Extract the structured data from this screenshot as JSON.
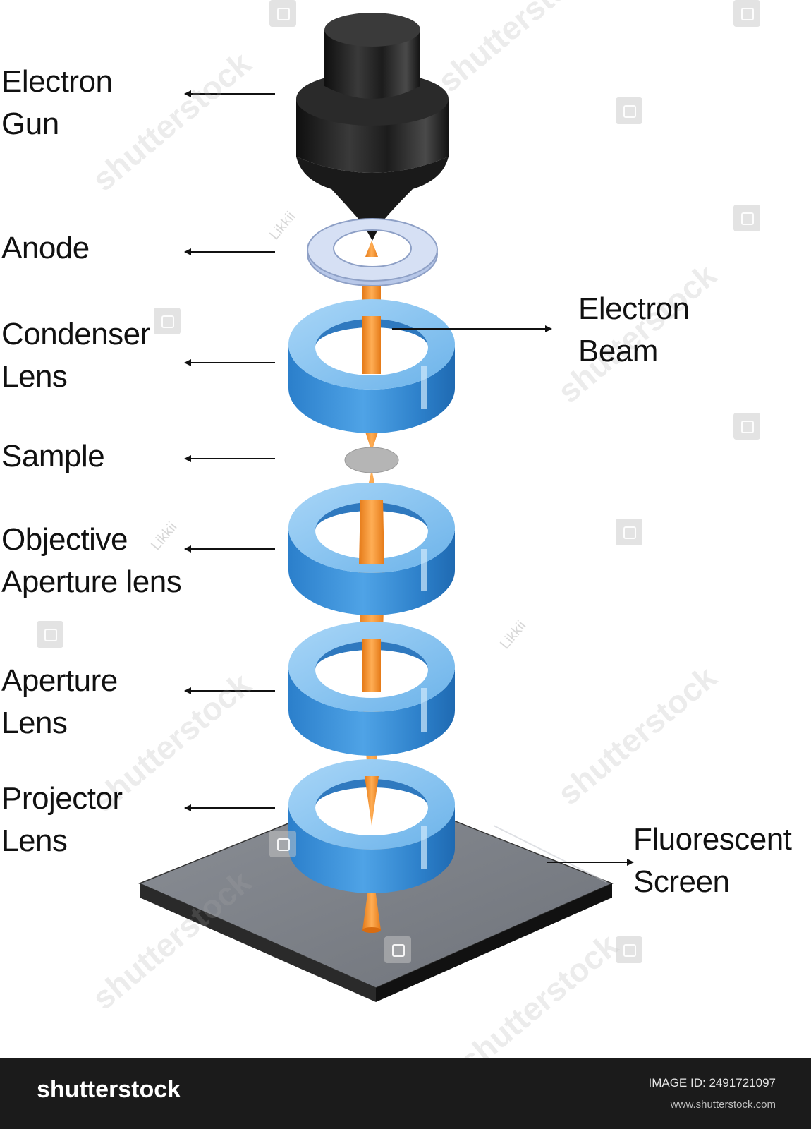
{
  "labels": {
    "electron_gun": [
      "Electron",
      "Gun"
    ],
    "anode": "Anode",
    "condenser_lens": [
      "Condenser",
      "Lens"
    ],
    "sample": "Sample",
    "objective_aperture_lens": [
      "Objective",
      "Aperture lens"
    ],
    "aperture_lens": [
      "Aperture",
      "Lens"
    ],
    "projector_lens": [
      "Projector",
      "Lens"
    ],
    "electron_beam": [
      "Electron",
      "Beam"
    ],
    "fluorescent_screen": [
      "Fluorescent",
      "Screen"
    ]
  },
  "watermark": {
    "text": "shutterstock",
    "author": "Likkii"
  },
  "footer": {
    "brand": "shutterstock",
    "image_id": "IMAGE ID: 2491721097",
    "site": "www.shutterstock.com"
  },
  "colors": {
    "beam": "#f2922e",
    "lens_blue": "#3d8fd6",
    "gun_black": "#202020",
    "screen_gray": "#7d8188",
    "anode": "#c9d6ef",
    "sample": "#b5b5b5"
  }
}
